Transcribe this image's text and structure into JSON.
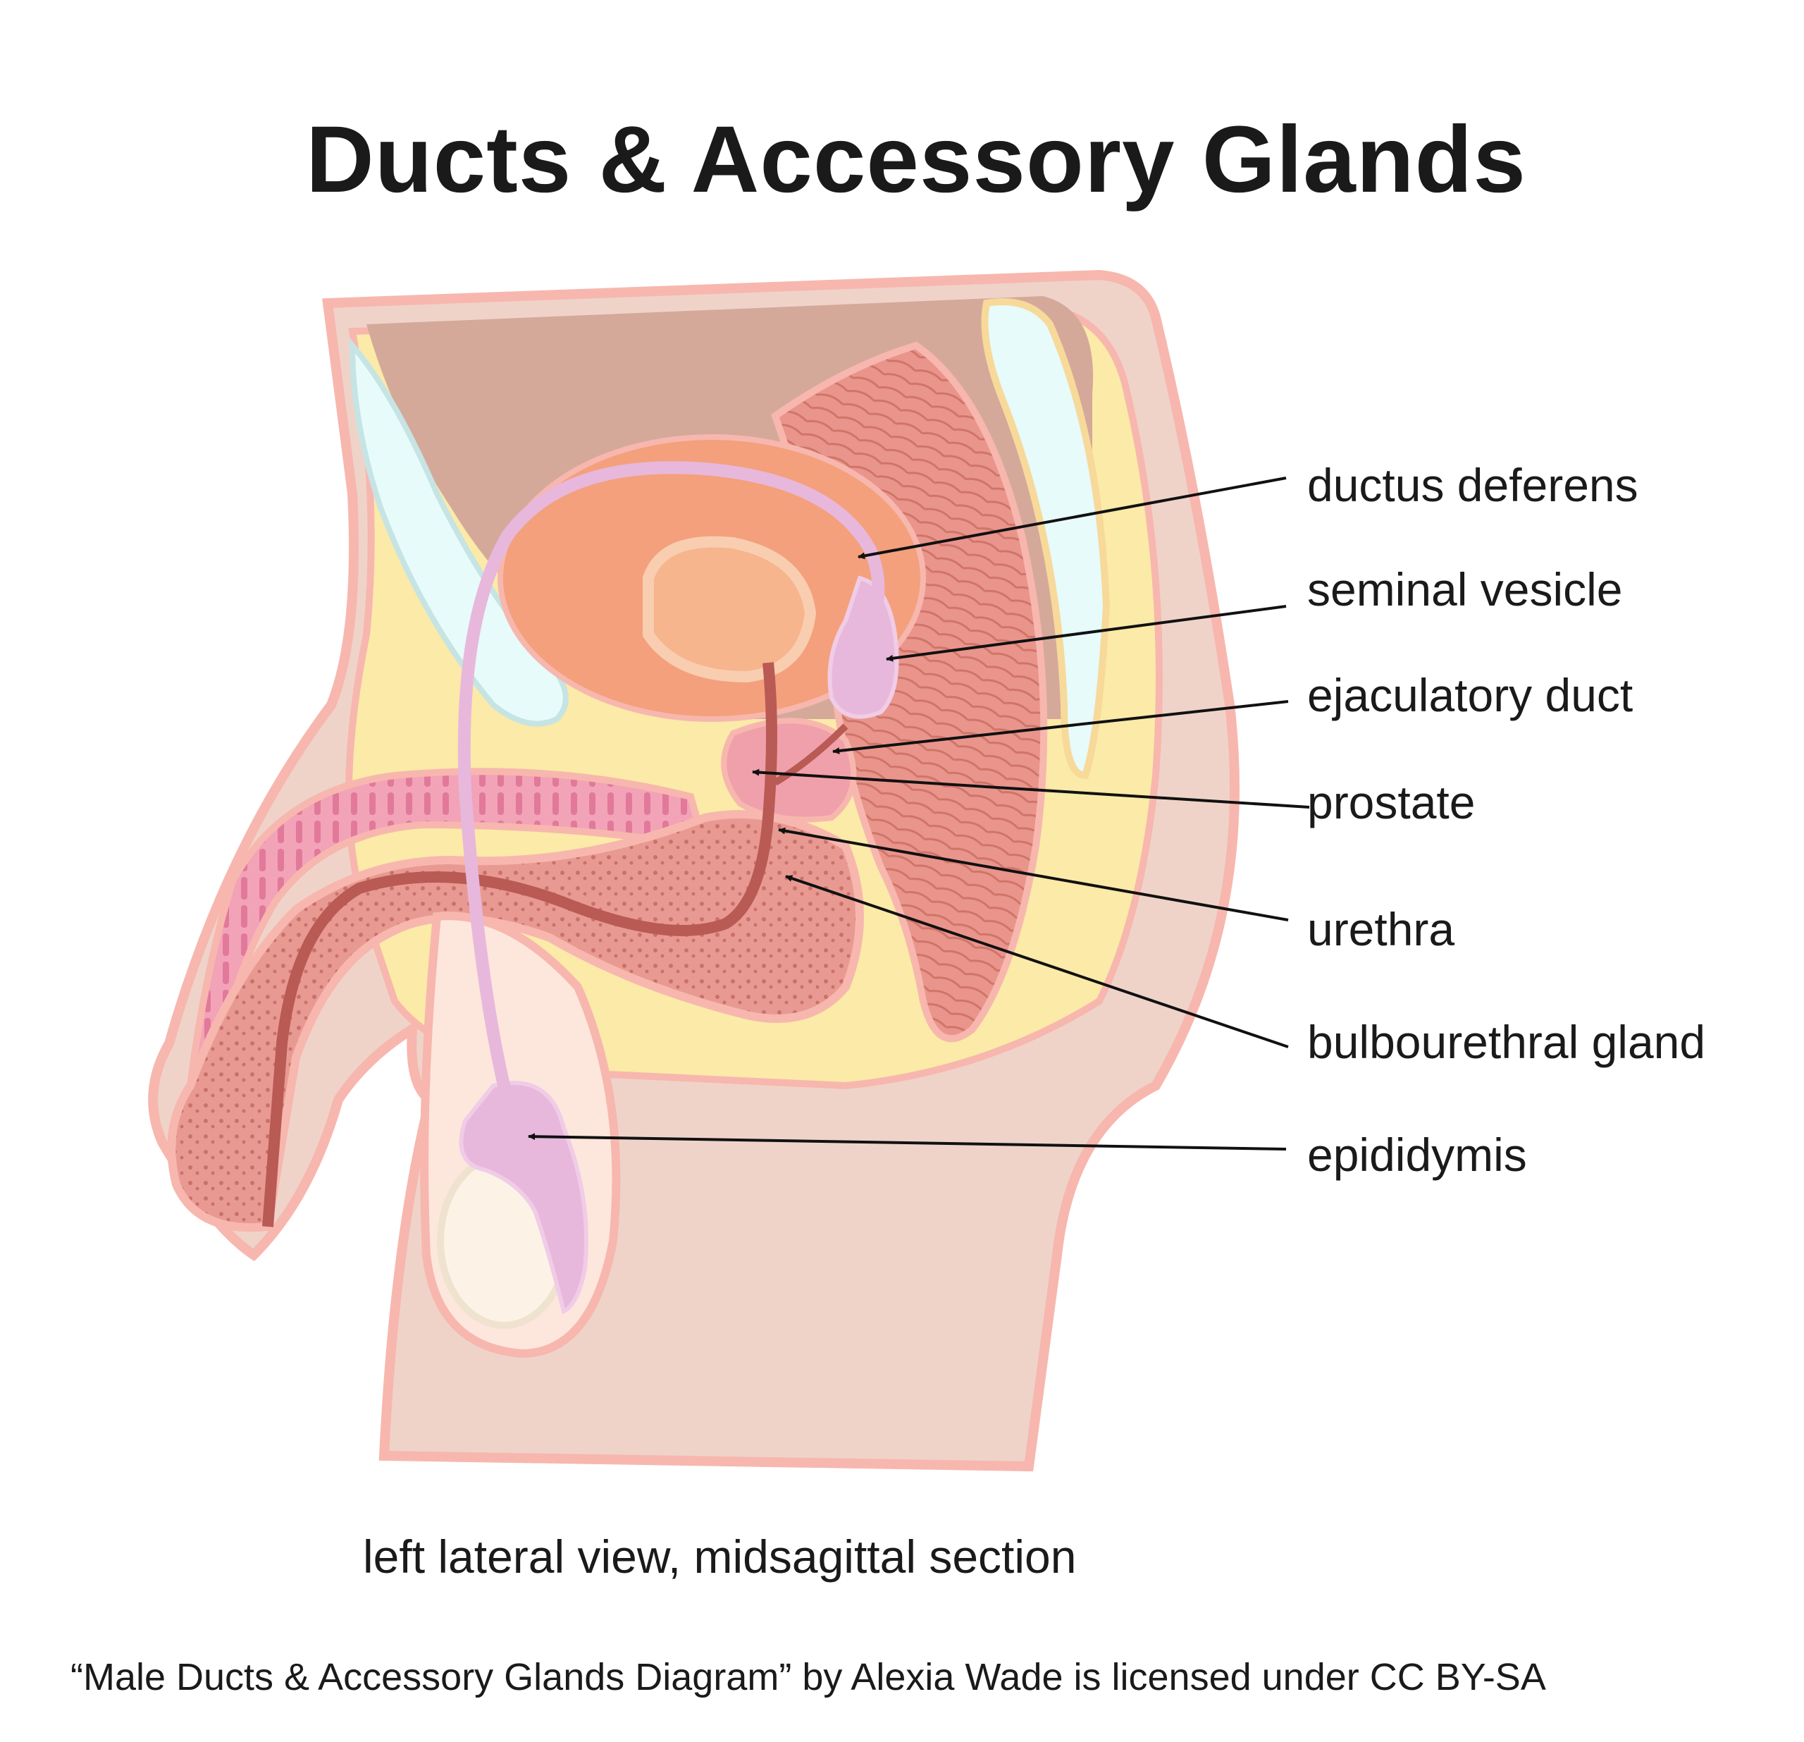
{
  "title": "Ducts & Accessory Glands",
  "labels": [
    {
      "id": "ductus-deferens",
      "text": "ductus deferens"
    },
    {
      "id": "seminal-vesicle",
      "text": "seminal vesicle"
    },
    {
      "id": "ejaculatory-duct",
      "text": "ejaculatory duct"
    },
    {
      "id": "prostate",
      "text": "prostate"
    },
    {
      "id": "urethra",
      "text": "urethra"
    },
    {
      "id": "bulbourethral-gland",
      "text": "bulbourethral gland"
    },
    {
      "id": "epididymis",
      "text": "epididymis"
    }
  ],
  "caption": "left lateral view, midsagittal section",
  "credit": "“Male Ducts & Accessory Glands Diagram” by Alexia Wade is licensed under CC BY-SA",
  "colors": {
    "skin": "#efd3c9",
    "outline": "#f7b7ae",
    "fat": "#fbeaa8",
    "bladder": "#f4a07c",
    "rectum": "#e08a7e",
    "ductus": "#e7b8dc",
    "urethra": "#b95a55",
    "pubis": "#e6fbfa"
  }
}
